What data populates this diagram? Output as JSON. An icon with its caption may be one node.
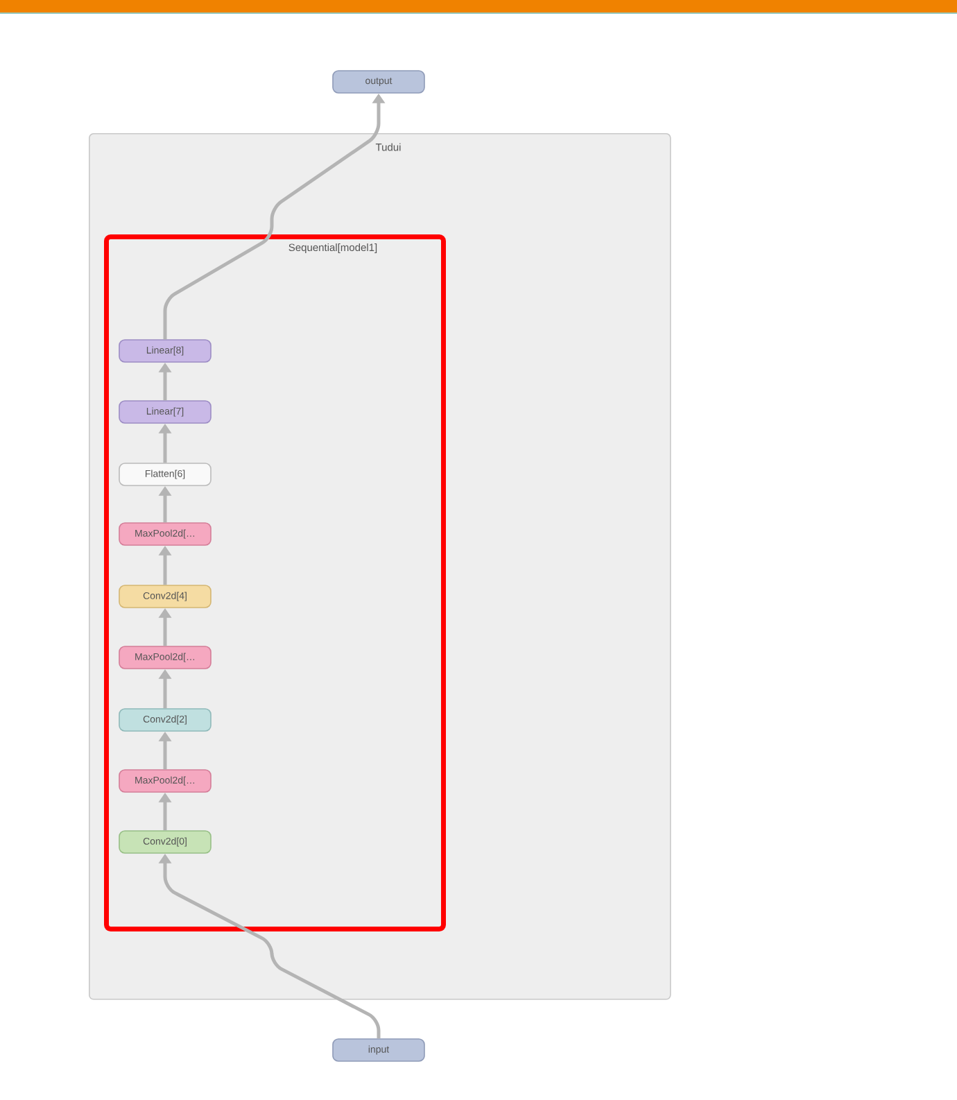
{
  "diagram": {
    "nodes": [
      {
        "text": [
          "output"
        ]
      },
      {
        "text": [
          "Tudui"
        ]
      },
      {
        "text": [
          "Sequential[model1]"
        ],
        "in": 1
      },
      {
        "text": [
          "Linear[8]"
        ],
        "in": 2
      },
      {
        "text": [
          "Linear[7]"
        ],
        "in": 2
      },
      {
        "text": [
          "Flatten[6]"
        ],
        "in": 2
      },
      {
        "text": [
          "MaxPool2d[…"
        ],
        "in": 2
      },
      {
        "text": [
          "Conv2d[4]"
        ],
        "in": 2
      },
      {
        "text": [
          "MaxPool2d[…"
        ],
        "in": 2
      },
      {
        "text": [
          "Conv2d[2]"
        ],
        "in": 2
      },
      {
        "text": [
          "MaxPool2d[…"
        ],
        "in": 2
      },
      {
        "text": [
          "Conv2d[0]"
        ],
        "in": 2
      },
      {
        "text": [
          "input"
        ]
      }
    ],
    "edges": [
      {
        "from": 12,
        "to": 11,
        "arrow": "to"
      },
      {
        "from": 11,
        "to": 10,
        "arrow": "to"
      },
      {
        "from": 10,
        "to": 9,
        "arrow": "to"
      },
      {
        "from": 9,
        "to": 8,
        "arrow": "to"
      },
      {
        "from": 8,
        "to": 7,
        "arrow": "to"
      },
      {
        "from": 7,
        "to": 6,
        "arrow": "to"
      },
      {
        "from": 6,
        "to": 5,
        "arrow": "to"
      },
      {
        "from": 5,
        "to": 4,
        "arrow": "to"
      },
      {
        "from": 4,
        "to": 3,
        "arrow": "to"
      },
      {
        "from": 3,
        "to": 0,
        "arrow": "to"
      }
    ]
  }
}
